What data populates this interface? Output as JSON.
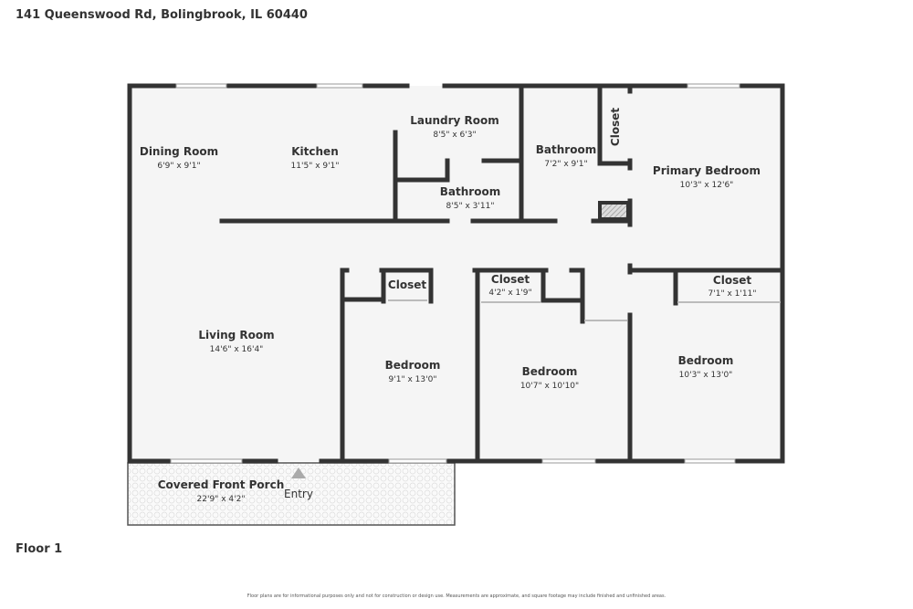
{
  "header": {
    "address": "141 Queenswood Rd, Bolingbrook, IL 60440"
  },
  "footer": {
    "floor_label": "Floor 1",
    "disclaimer": "Floor plans are for informational purposes only and not for construction or design use. Measurements are approximate, and square footage may include finished and unfinished areas."
  },
  "colors": {
    "wall": "#333333",
    "floor": "#f5f5f5"
  },
  "rooms": {
    "dining": {
      "name": "Dining Room",
      "dims": "6'9\" x 9'1\""
    },
    "kitchen": {
      "name": "Kitchen",
      "dims": "11'5\" x 9'1\""
    },
    "laundry": {
      "name": "Laundry Room",
      "dims": "8'5\" x 6'3\""
    },
    "bath1": {
      "name": "Bathroom",
      "dims": "8'5\" x 3'11\""
    },
    "bath2": {
      "name": "Bathroom",
      "dims": "7'2\" x 9'1\""
    },
    "closet_primary": {
      "name": "Closet"
    },
    "primary": {
      "name": "Primary Bedroom",
      "dims": "10'3\" x 12'6\""
    },
    "living": {
      "name": "Living Room",
      "dims": "14'6\" x 16'4\""
    },
    "closet1": {
      "name": "Closet"
    },
    "bedroom1": {
      "name": "Bedroom",
      "dims": "9'1\" x 13'0\""
    },
    "closet2": {
      "name": "Closet",
      "dims": "4'2\" x 1'9\""
    },
    "bedroom2": {
      "name": "Bedroom",
      "dims": "10'7\" x 10'10\""
    },
    "closet3": {
      "name": "Closet",
      "dims": "7'1\" x 1'11\""
    },
    "bedroom3": {
      "name": "Bedroom",
      "dims": "10'3\" x 13'0\""
    },
    "porch": {
      "name": "Covered Front Porch",
      "dims": "22'9\" x 4'2\""
    },
    "entry": {
      "name": "Entry"
    }
  }
}
